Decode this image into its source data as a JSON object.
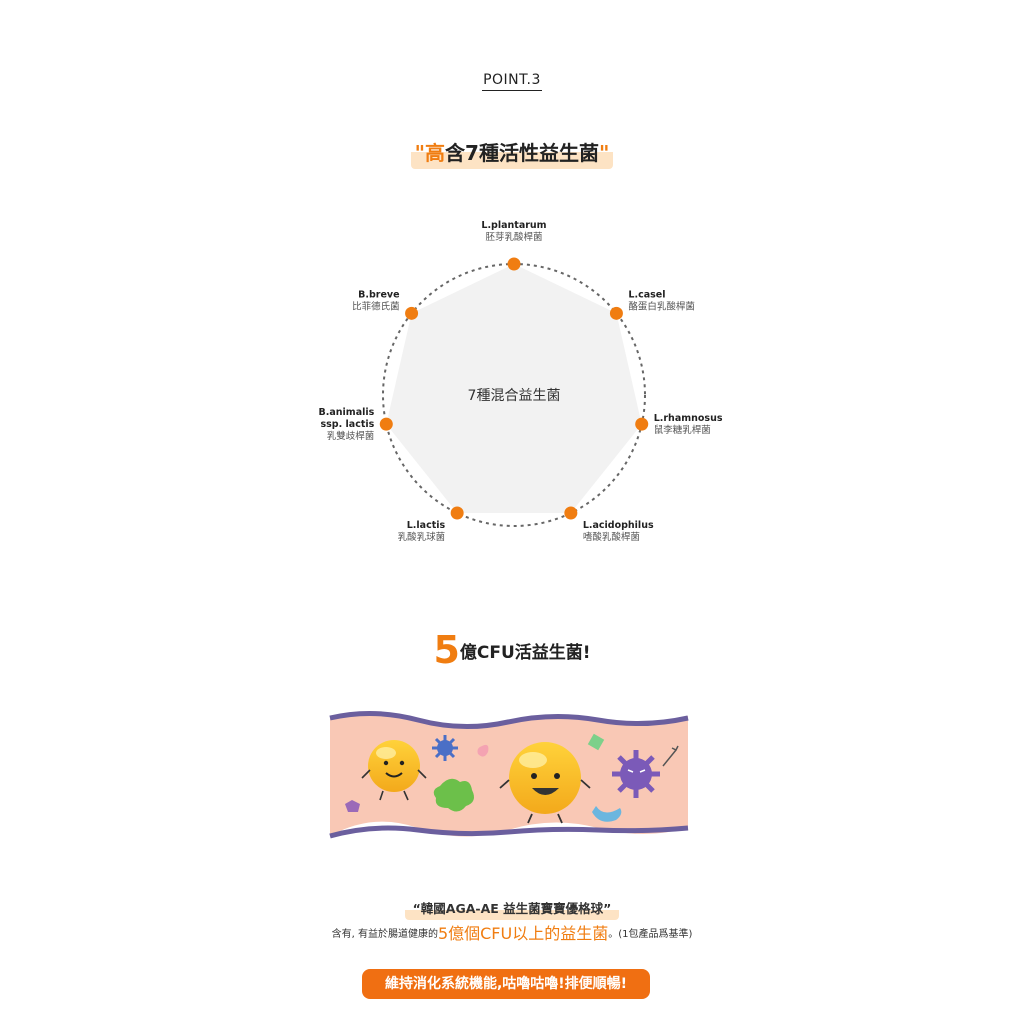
{
  "point_label": "POINT.3",
  "headline": {
    "quote_open": "\"",
    "highlight": "高",
    "rest": "含7種活性益生菌",
    "quote_close": "\""
  },
  "wheel": {
    "center_text": "7種混合益生菌",
    "nodes": [
      {
        "en": "L.plantarum",
        "zh": "胚芽乳酸桿菌"
      },
      {
        "en": "L.casel",
        "zh": "酪蛋白乳酸桿菌"
      },
      {
        "en": "L.rhamnosus",
        "zh": "鼠李糖乳桿菌"
      },
      {
        "en": "L.acidophilus",
        "zh": "嗜酸乳酸桿菌"
      },
      {
        "en": "L.lactis",
        "zh": "乳酸乳球菌"
      },
      {
        "en": "B.animalis",
        "en2": "ssp. lactis",
        "zh": "乳雙歧桿菌"
      },
      {
        "en": "B.breve",
        "zh": "比菲德氏菌"
      }
    ],
    "colors": {
      "dot": "#f07d11",
      "fill": "#f2f2f2",
      "ring": "#666666"
    }
  },
  "cfu": {
    "number": "5",
    "rest": "億CFU活益生菌!"
  },
  "product_line": "“韓國AGA-AE  益生菌寶寶優格球”",
  "desc": {
    "prefix": "含有, 有益於腸道健康的",
    "highlight": "5億個CFU以上的益生菌",
    "suffix": "。(1包產品爲基準)"
  },
  "cta": "維持消化系統機能,咕嚕咕嚕!排便順暢!"
}
